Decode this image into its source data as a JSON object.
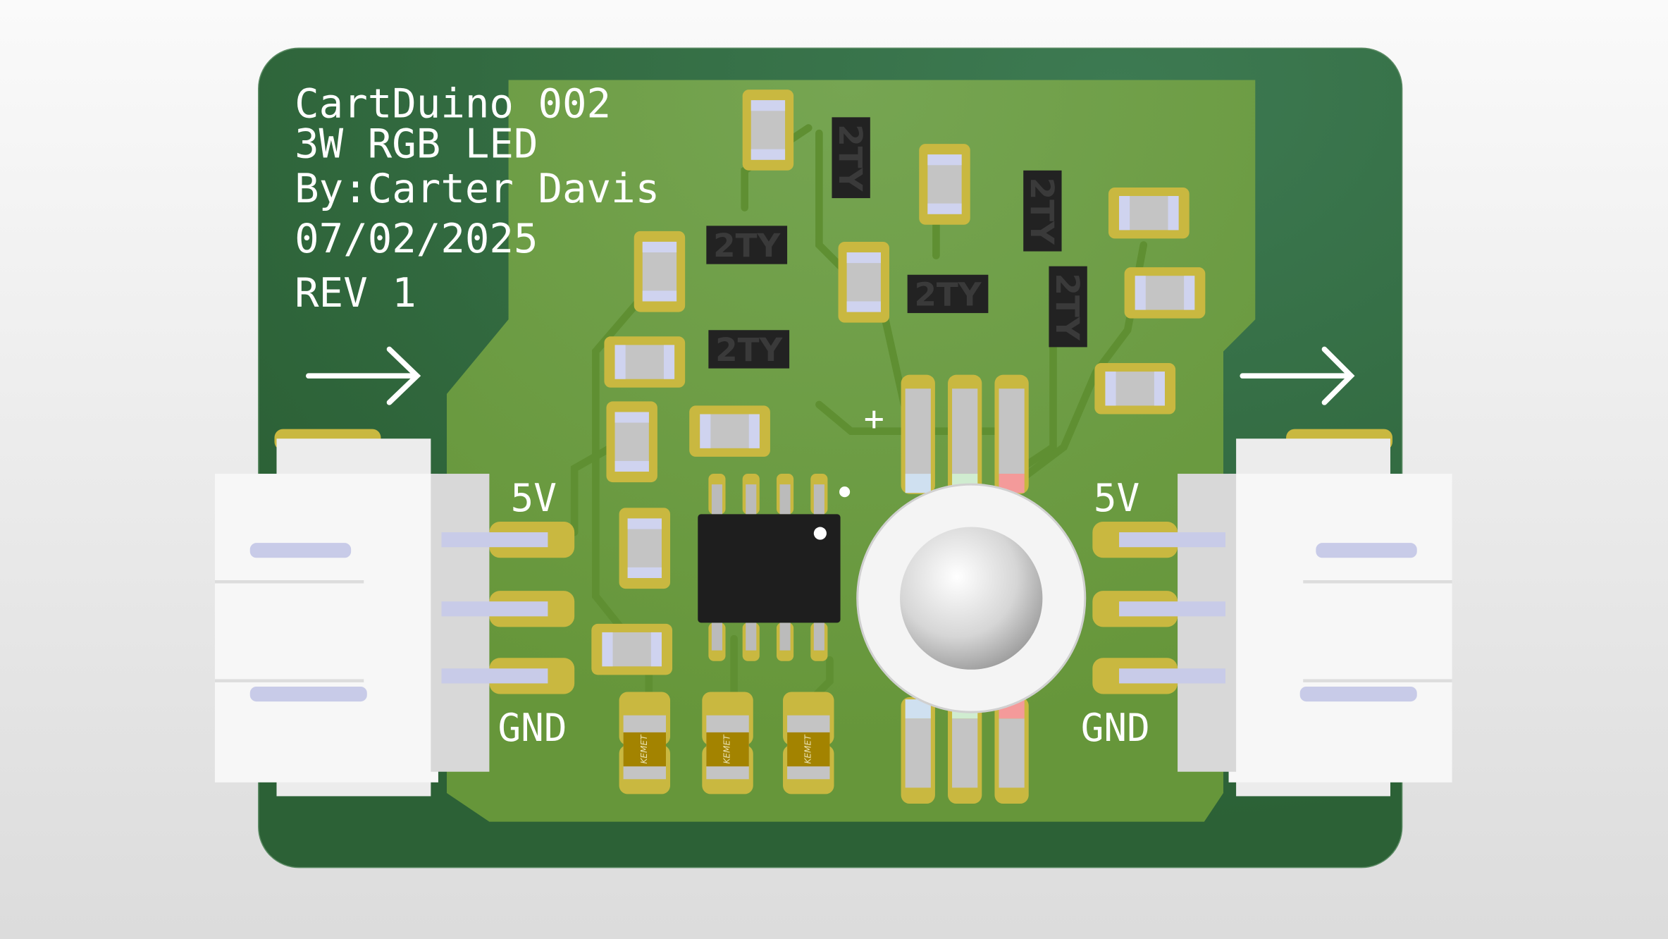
{
  "board": {
    "title_lines": [
      "CartDuino 002",
      "3W RGB LED",
      "By:Carter Davis",
      "07/02/2025",
      "REV 1"
    ],
    "left_connector": {
      "top_label": "5V",
      "bottom_label": "GND"
    },
    "right_connector": {
      "top_label": "5V",
      "bottom_label": "GND"
    },
    "led_plus_label": "+",
    "transistor_marking": "2TY",
    "capacitor_marking": "KEMET",
    "colors": {
      "soldermask": "#2e6339",
      "copper_pour": "#6a9a3a",
      "pad": "#c9b840",
      "silkscreen": "#ffffff",
      "connector": "#f2f2f2",
      "ic_body": "#1e1e1e"
    }
  }
}
